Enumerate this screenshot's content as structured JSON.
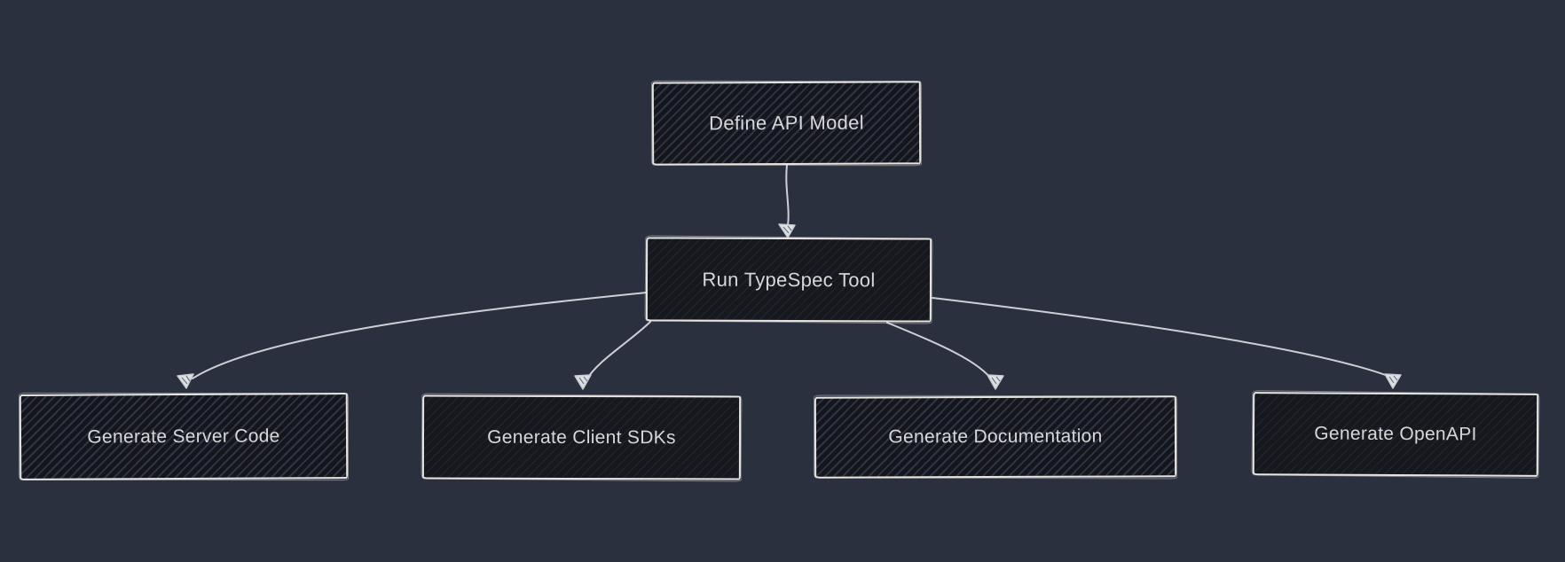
{
  "diagram": {
    "type": "flowchart",
    "direction": "top-down",
    "nodes": [
      {
        "id": "define-api-model",
        "label": "Define API Model"
      },
      {
        "id": "run-typespec-tool",
        "label": "Run TypeSpec Tool"
      },
      {
        "id": "generate-server-code",
        "label": "Generate Server Code"
      },
      {
        "id": "generate-client-sdks",
        "label": "Generate Client SDKs"
      },
      {
        "id": "generate-documentation",
        "label": "Generate Documentation"
      },
      {
        "id": "generate-openapi",
        "label": "Generate OpenAPI"
      }
    ],
    "edges": [
      {
        "from": "define-api-model",
        "to": "run-typespec-tool"
      },
      {
        "from": "run-typespec-tool",
        "to": "generate-server-code"
      },
      {
        "from": "run-typespec-tool",
        "to": "generate-client-sdks"
      },
      {
        "from": "run-typespec-tool",
        "to": "generate-documentation"
      },
      {
        "from": "run-typespec-tool",
        "to": "generate-openapi"
      }
    ],
    "style": {
      "background": "#2a303d",
      "node_fill": "#17181d",
      "node_hatch_gap": "#2f3546",
      "node_border": "#e7e5e1",
      "node_text": "#d6d7d8",
      "arrow": "#ccd0d6"
    }
  }
}
